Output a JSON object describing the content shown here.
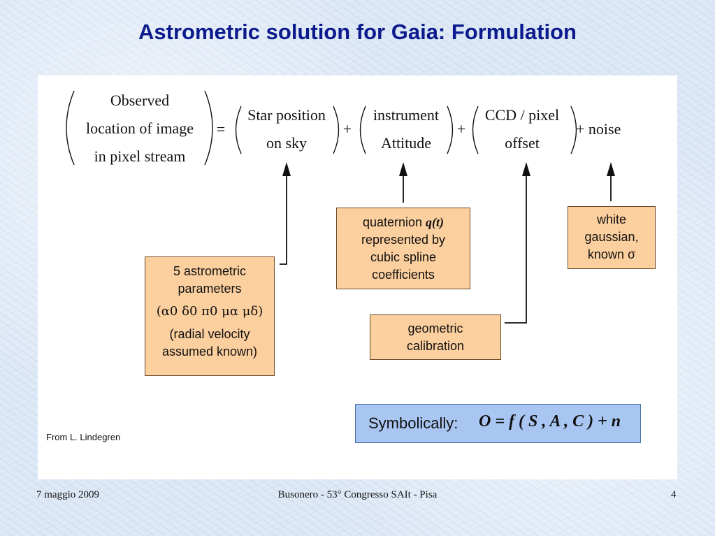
{
  "slide": {
    "title": "Astrometric solution for Gaia: Formulation",
    "credit": "From L. Lindegren"
  },
  "equation": {
    "lhs": [
      "Observed",
      "location of image",
      "in pixel stream"
    ],
    "eq_sign": "=",
    "term1": [
      "Star position",
      "on sky"
    ],
    "plus1": "+",
    "term2": [
      "instrument",
      "Attitude"
    ],
    "plus2": "+",
    "term3": [
      "CCD / pixel",
      "offset"
    ],
    "noise": "+ noise"
  },
  "boxes": {
    "astrometric": {
      "line1": "5 astrometric",
      "line2": "parameters",
      "params": "(α0  δ0  π0  μα  μδ)",
      "note1": "(radial velocity",
      "note2": "assumed known)"
    },
    "quaternion": {
      "line1_text": "quaternion ",
      "line1_symbol": "q(t)",
      "line2": "represented by",
      "line3": "cubic spline",
      "line4": "coefficients"
    },
    "geometric": {
      "line1": "geometric",
      "line2": "calibration"
    },
    "noise": {
      "line1": "white",
      "line2": "gaussian,",
      "line3": "known σ"
    }
  },
  "symbolic": {
    "label": "Symbolically:",
    "equation": "O  =  f ( S , A , C ) + n"
  },
  "footer": {
    "date": "7 maggio 2009",
    "event": "Busonero  -  53° Congresso SAIt - Pisa",
    "page": "4"
  },
  "colors": {
    "title": "#0b1a8c",
    "box_fill": "#fccf9e",
    "symbolic_fill": "#a9c6f2"
  }
}
